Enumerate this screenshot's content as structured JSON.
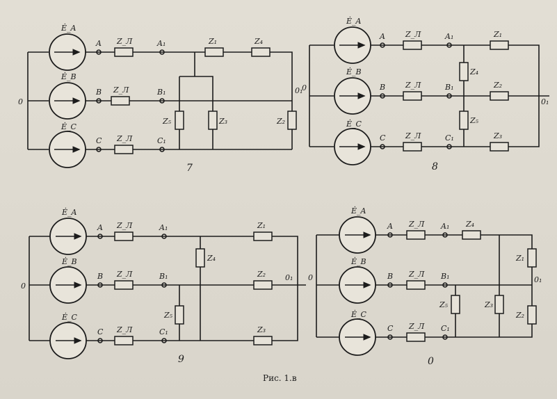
{
  "figure": {
    "caption": "Рис. 1.в",
    "schemes": [
      {
        "number": "7",
        "sources": [
          "Ė_A",
          "Ė_B",
          "Ė_C"
        ],
        "neutral": "0",
        "nodes": [
          "A",
          "A₁",
          "B",
          "B₁",
          "C",
          "C₁",
          "0₁"
        ],
        "elements": [
          "Z_Л",
          "Z_Л",
          "Z_Л",
          "Z₁",
          "Z₄",
          "Z₂",
          "Z₃",
          "Z₅"
        ]
      },
      {
        "number": "8",
        "sources": [
          "Ė_A",
          "Ė_B",
          "Ė_C"
        ],
        "neutral": "0",
        "nodes": [
          "A",
          "A₁",
          "B",
          "B₁",
          "C",
          "C₁",
          "0₁"
        ],
        "elements": [
          "Z_Л",
          "Z_Л",
          "Z_Л",
          "Z₁",
          "Z₂",
          "Z₃",
          "Z₄",
          "Z₅"
        ]
      },
      {
        "number": "9",
        "sources": [
          "Ė_A",
          "Ė_B",
          "Ė_C"
        ],
        "neutral": "0",
        "nodes": [
          "A",
          "A₁",
          "B",
          "B₁",
          "C",
          "C₁",
          "0₁"
        ],
        "elements": [
          "Z_Л",
          "Z_Л",
          "Z_Л",
          "Z₁",
          "Z₄",
          "Z₂",
          "Z₅",
          "Z₃"
        ]
      },
      {
        "number": "0",
        "sources": [
          "Ė_A",
          "Ė_B",
          "Ė_C"
        ],
        "neutral": "0",
        "nodes": [
          "A",
          "A₁",
          "B",
          "B₁",
          "C",
          "C₁",
          "0₁"
        ],
        "elements": [
          "Z_Л",
          "Z_Л",
          "Z_Л",
          "Z₄",
          "Z₁",
          "Z₂",
          "Z₅",
          "Z₃"
        ]
      }
    ]
  }
}
